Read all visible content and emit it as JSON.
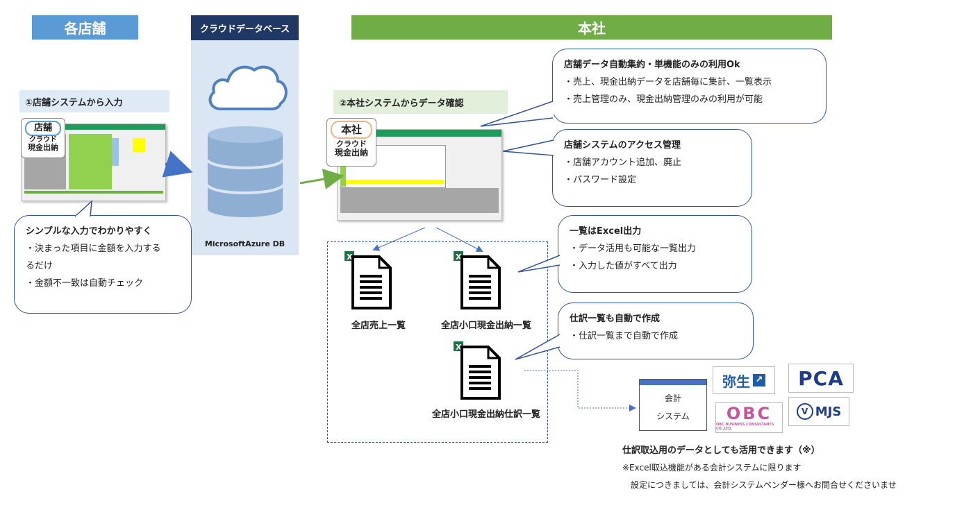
{
  "headers": {
    "store": "各店舗",
    "cloud": "クラウドデータベース",
    "hq": "本社"
  },
  "cloud_db_label": "MicrosoftAzure DB",
  "steps": {
    "store_input": "①店舗システムから入力",
    "hq_confirm": "②本社システムからデータ確認"
  },
  "badges": {
    "store_cloud": "店舗",
    "store_sub1": "クラウド",
    "store_sub2": "現金出納",
    "hq_cloud": "本社",
    "hq_sub1": "クラウド",
    "hq_sub2": "現金出納"
  },
  "callouts": {
    "simple": {
      "title": "シンプルな入力でわかりやすく",
      "items": [
        "・決まった項目に金額を入力する",
        "るだけ",
        "・金額不一致は自動チェック"
      ]
    },
    "aggregate": {
      "title": "店舗データ自動集約・単機能のみの利用Ok",
      "items": [
        "・売上、現金出納データを店舗毎に集計、一覧表示",
        "・売上管理のみ、現金出納管理のみの利用が可能"
      ]
    },
    "access": {
      "title": "店舗システムのアクセス管理",
      "items": [
        "・店舗アカウント追加、廃止",
        "・パスワード設定"
      ]
    },
    "excel": {
      "title": "一覧はExcel出力",
      "items": [
        "・データ活用も可能な一覧出力",
        "・入力した値がすべて出力"
      ]
    },
    "journal": {
      "title": "仕訳一覧も自動で作成",
      "items": [
        "・仕訳一覧まで自動で作成"
      ]
    }
  },
  "files": {
    "sales": "全店売上一覧",
    "petty_cash": "全店小口現金出納一覧",
    "journal": "全店小口現金出納仕訳一覧"
  },
  "accounting": {
    "line1": "会計",
    "line2": "システム"
  },
  "logos": {
    "yayoi": "弥生",
    "pca": "PCA",
    "obc": "OBC",
    "obc_sub": "OBC BUSINESS CONSULTANTS CO.,LTD.",
    "mjs": "MJS"
  },
  "notes": {
    "main": "仕訳取込用のデータとしても活用できます（※）",
    "sub1": "※Excel取込機能がある会計システムに限ります",
    "sub2": "設定につきましては、会計システムベンダー様へお問合せくださいませ"
  },
  "colors": {
    "store_header": "#5b9bd5",
    "cloud_header": "#1f3864",
    "hq_header": "#70ad47",
    "cloud_bg": "#dae6f3",
    "db_blue": "#8eaed3",
    "arrow_blue": "#4472c4",
    "arrow_green": "#70ad47",
    "excel_green": "#1e7145"
  }
}
